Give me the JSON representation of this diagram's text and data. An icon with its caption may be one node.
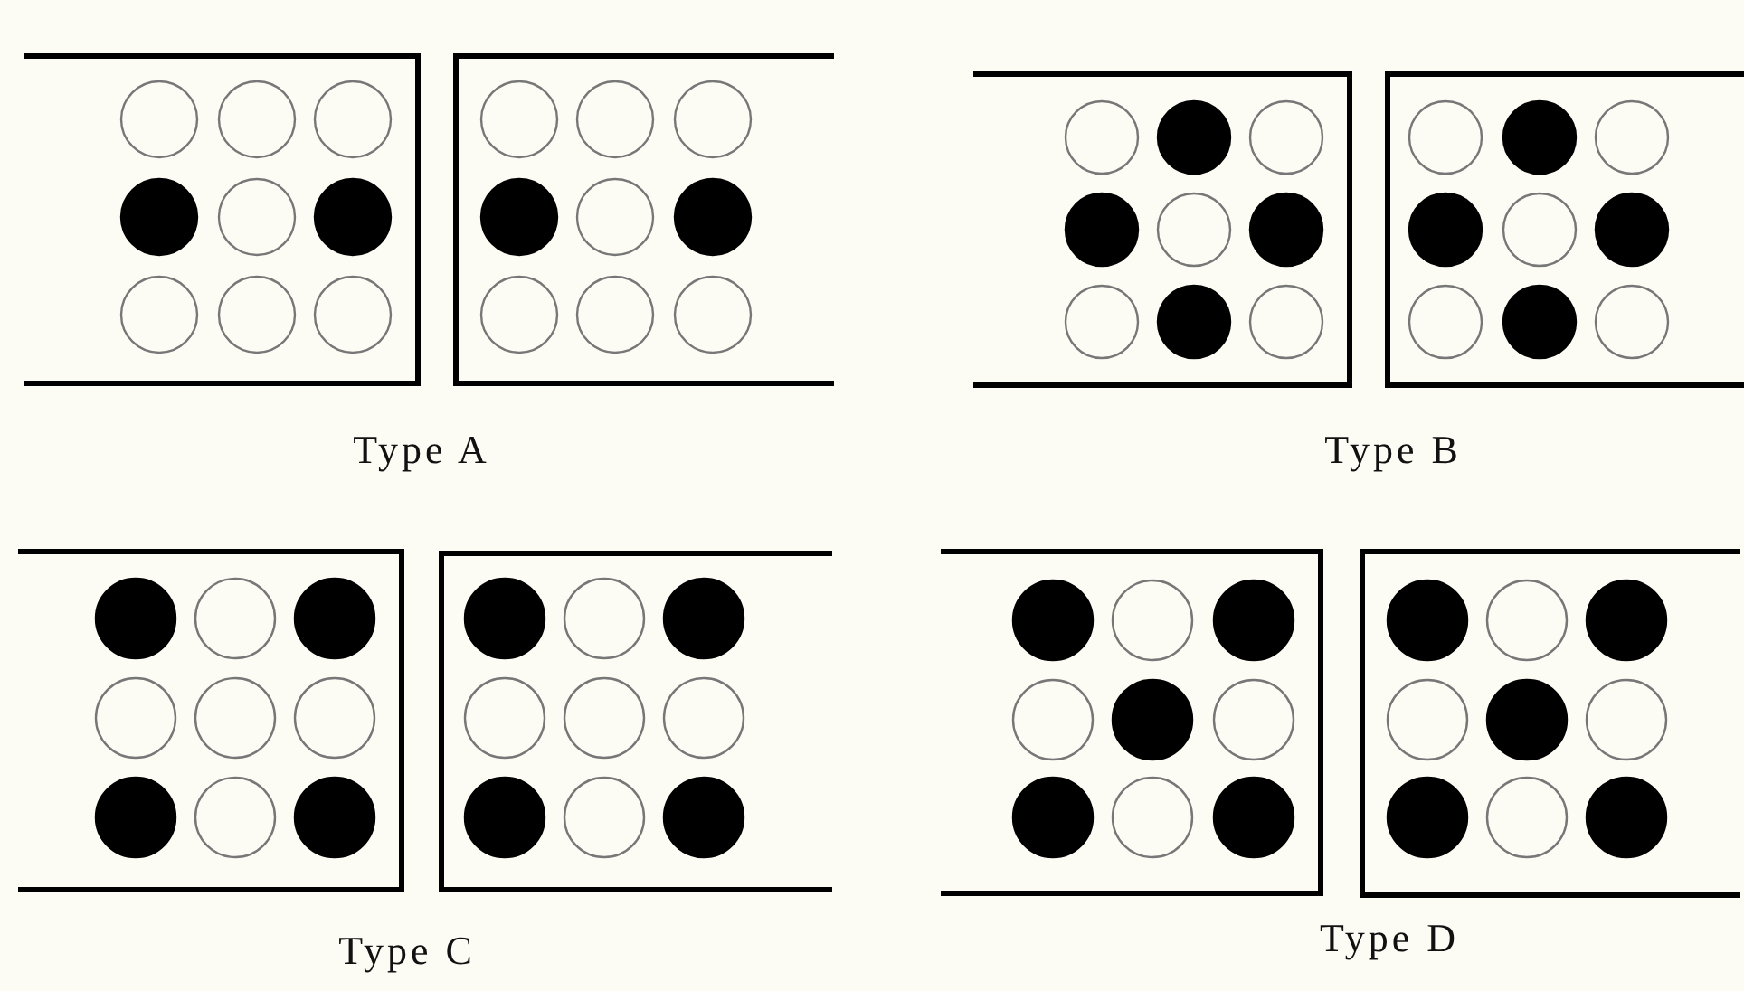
{
  "diagram": {
    "labels": [
      "Type A",
      "Type B",
      "Type C",
      "Type D"
    ]
  }
}
